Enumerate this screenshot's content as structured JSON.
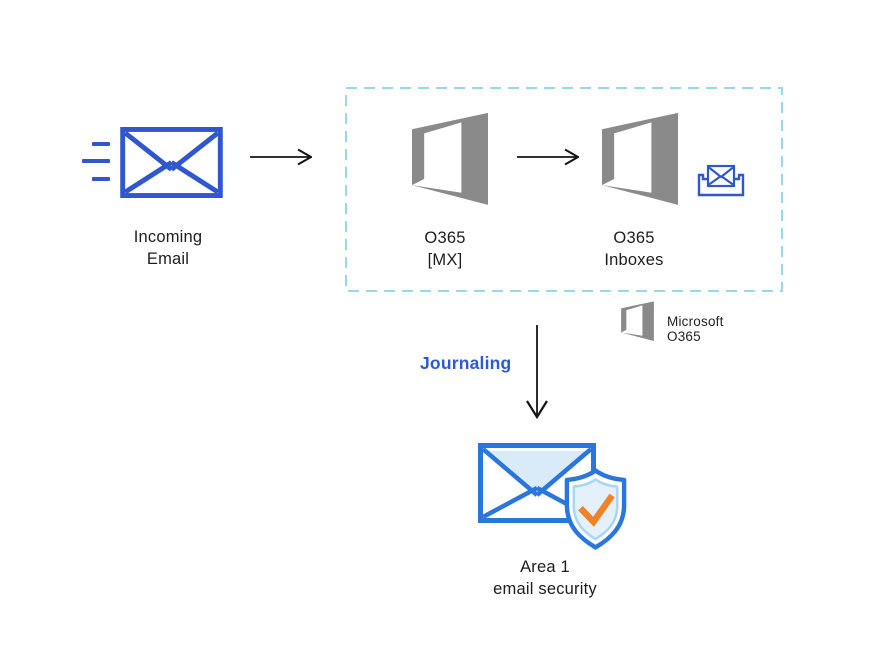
{
  "title": "Email journaling flow diagram",
  "colors": {
    "royal_blue": "#3057ce",
    "azure_blue": "#2a76dd",
    "flap_fill": "#d9eaf8",
    "shield_inner_fill": "#e4f1fb",
    "shield_inner_stroke": "#a9d6f2",
    "orange_check": "#f08326",
    "office_gray": "#8a8a8a",
    "dashed_border": "#96d9e9",
    "arrow_black": "#141414",
    "journaling_blue": "#2b5ad1",
    "text_black": "#1d1d1d"
  },
  "nodes": {
    "incoming_email": {
      "line1": "Incoming",
      "line2": "Email"
    },
    "o365_mx": {
      "line1": "O365",
      "line2": "[MX]"
    },
    "o365_inboxes": {
      "line1": "O365",
      "line2": "Inboxes"
    },
    "area1": {
      "line1": "Area 1",
      "line2": "email security"
    }
  },
  "annotations": {
    "journaling": "Journaling",
    "legend": "Microsoft O365"
  },
  "icons": {
    "incoming_envelope": "envelope-icon",
    "speed_lines": "motion-lines-icon",
    "o365_logo": "office365-logo-icon",
    "inbox_tray": "inbox-tray-icon",
    "secure_envelope": "envelope-icon",
    "shield_check": "shield-check-icon",
    "flow_arrow": "arrow-icon"
  }
}
